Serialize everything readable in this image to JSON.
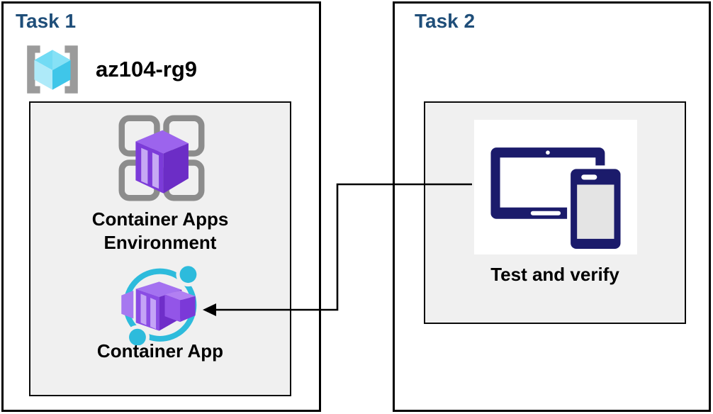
{
  "task1": {
    "title": "Task 1",
    "resource_group_name": "az104-rg9",
    "environment_label": "Container Apps Environment",
    "container_app_label": "Container App"
  },
  "task2": {
    "title": "Task 2",
    "test_label": "Test and verify"
  },
  "icons": {
    "resource_group": "azure-resource-group-icon",
    "environment": "container-apps-environment-icon",
    "container_app": "container-app-icon",
    "devices": "tablet-and-phone-icon"
  },
  "connector": {
    "from": "devices-plate",
    "to": "container-app-icon",
    "style": "elbow-arrow-left"
  },
  "colors": {
    "task_title": "#1F4E79",
    "panel_fill": "#F0F0F0",
    "panel_border": "#000000",
    "cyan_accent": "#2DBBDC",
    "purple_accent": "#8A4CE4",
    "purple_dark": "#6C2DC6",
    "purple_light": "#C4A4F6",
    "device_navy": "#1B1B6B",
    "cube_cyan_top": "#72DBF4",
    "cube_cyan_left": "#AEEAF9",
    "cube_cyan_right": "#3FC6E9",
    "bracket_gray": "#9B9B9B",
    "grid_gray": "#8C8C8C"
  }
}
